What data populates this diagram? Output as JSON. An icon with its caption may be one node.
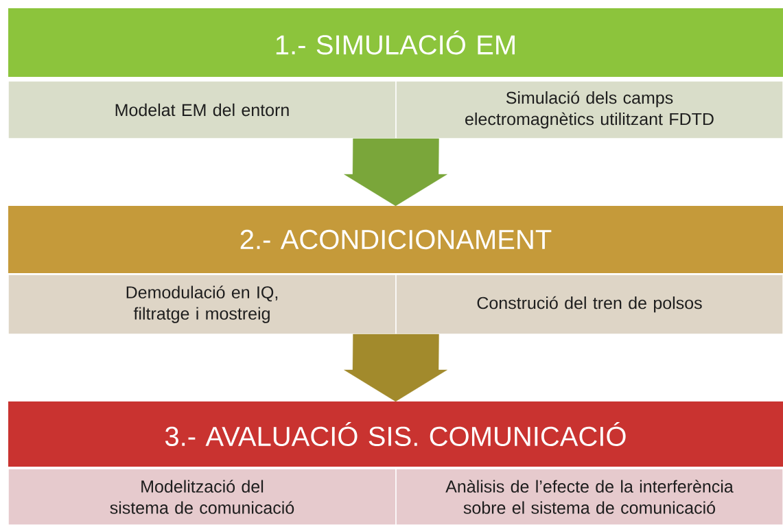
{
  "diagram": {
    "nodes": [
      {
        "text": [
          "1.- SIMULACIÓ EM"
        ]
      },
      {
        "text": [
          "Modelat EM del entorn"
        ]
      },
      {
        "text": [
          "Simulació dels camps electromagnètics utilitzant FDTD"
        ]
      },
      {
        "text": [
          "2.- ACONDICIONAMENT"
        ]
      },
      {
        "text": [
          "Demodulació en IQ, filtratge i mostreig"
        ]
      },
      {
        "text": [
          "Construció del tren de polsos"
        ]
      },
      {
        "text": [
          "3.- AVALUACIÓ SIS. COMUNICACIÓ"
        ]
      },
      {
        "text": [
          "Modelització del sistema de comunicació"
        ]
      },
      {
        "text": [
          "Anàlisis de l’efecte de la interferència sobre el sistema de comunicació"
        ]
      }
    ],
    "edges": [
      {
        "from": 2,
        "to": 3,
        "arrow": "to",
        "color": "#7aa63a"
      },
      {
        "from": 5,
        "to": 6,
        "arrow": "to",
        "color": "#a28a2c"
      }
    ]
  }
}
